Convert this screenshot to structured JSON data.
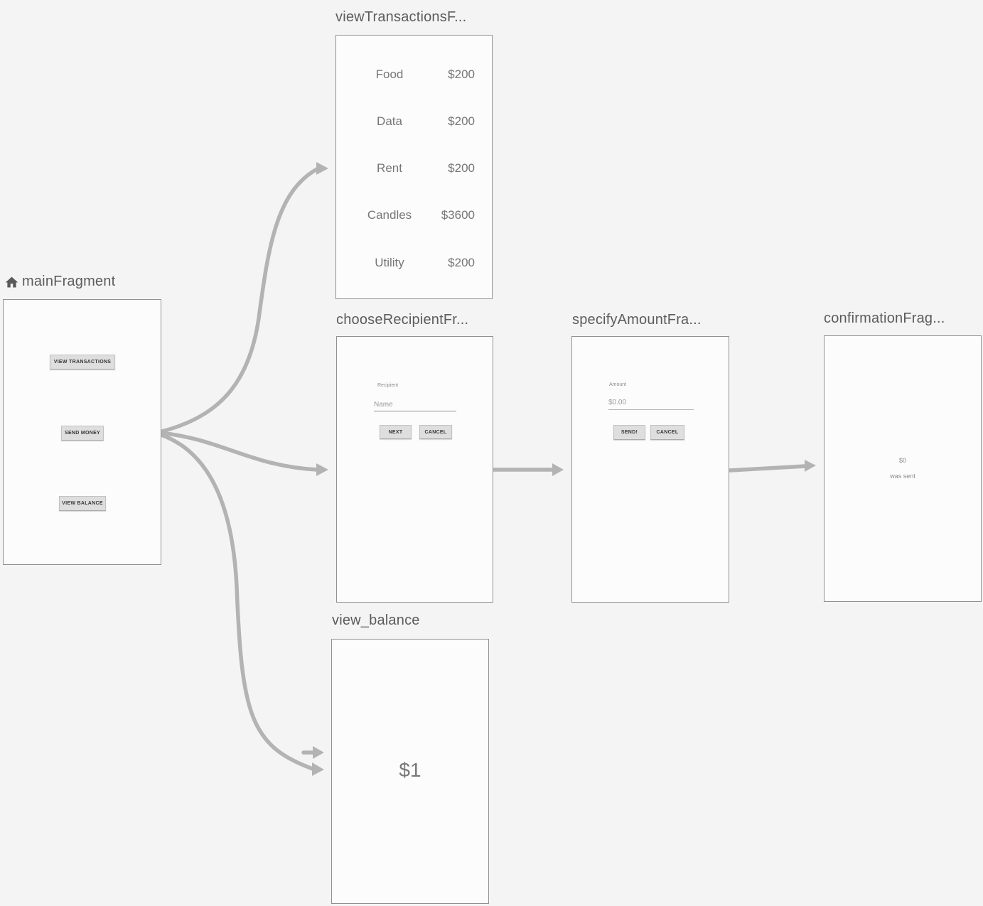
{
  "editor": {
    "background_color": "#f4f4f4",
    "card_background_color": "#fcfcfc",
    "card_border_color": "#919191",
    "arrow_color": "#b3b3b3",
    "title_color": "#5c5c5c"
  },
  "fragments": {
    "main": {
      "title": "mainFragment",
      "buttons": [
        "VIEW TRANSACTIONS",
        "SEND MONEY",
        "VIEW BALANCE"
      ]
    },
    "view_transactions": {
      "title": "viewTransactionsF...",
      "rows": [
        {
          "label": "Food",
          "amount": "$200"
        },
        {
          "label": "Data",
          "amount": "$200"
        },
        {
          "label": "Rent",
          "amount": "$200"
        },
        {
          "label": "Candles",
          "amount": "$3600"
        },
        {
          "label": "Utility",
          "amount": "$200"
        }
      ]
    },
    "choose_recipient": {
      "title": "chooseRecipientFr...",
      "field_label": "Recipient",
      "field_hint": "Name",
      "next_label": "NEXT",
      "cancel_label": "CANCEL"
    },
    "specify_amount": {
      "title": "specifyAmountFra...",
      "field_label": "Amount",
      "field_value": "$0.00",
      "send_label": "SEND!",
      "cancel_label": "CANCEL"
    },
    "confirmation": {
      "title": "confirmationFrag...",
      "amount_text": "$0",
      "sent_text": "was sent"
    },
    "view_balance": {
      "title": "view_balance",
      "balance": "$1"
    }
  }
}
